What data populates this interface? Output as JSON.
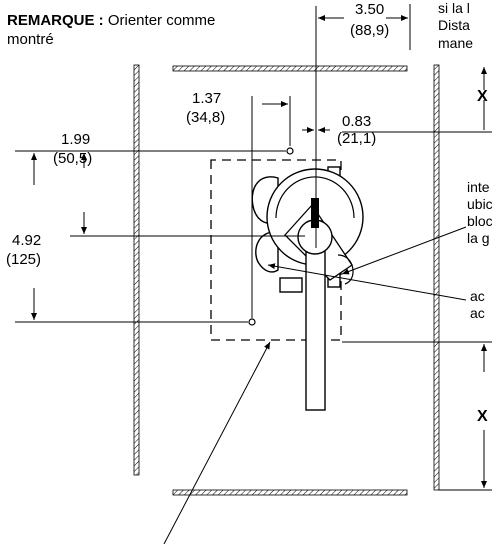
{
  "note": {
    "label": "REMARQUE :",
    "text_line1": "Orienter comme",
    "text_line2": "montré"
  },
  "dimensions": {
    "top": {
      "in": "3.50",
      "mm": "(88,9)"
    },
    "left_offset": {
      "in": "1.37",
      "mm": "(34,8)"
    },
    "small_offset": {
      "in": "0.83",
      "mm": "(21,1)"
    },
    "vertical_offset": {
      "in": "1.99",
      "mm": "(50,5)"
    },
    "hole_spacing": {
      "in": "4.92",
      "mm": "(125)"
    },
    "x_label": "X"
  },
  "right_text": {
    "top_line1": "si la l",
    "top_line2": "Dista",
    "top_line3": "mane",
    "mid_line1": "inte",
    "mid_line2": "ubic",
    "mid_line3": "bloc",
    "mid_line4": "la g",
    "low_line1": "ac",
    "low_line2": "ac"
  },
  "colors": {
    "ink": "#000000",
    "background": "#ffffff"
  }
}
